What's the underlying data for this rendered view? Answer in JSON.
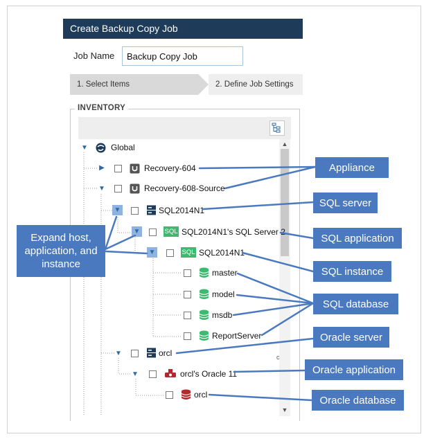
{
  "dialog": {
    "title": "Create Backup Copy Job",
    "job_name_label": "Job Name",
    "job_name_value": "Backup Copy Job",
    "steps": [
      "1. Select Items",
      "2. Define Job Settings"
    ]
  },
  "inventory": {
    "legend": "INVENTORY",
    "nodes": [
      {
        "label": "Global",
        "icon": "globe-icon"
      },
      {
        "label": "Recovery-604",
        "icon": "appliance-icon"
      },
      {
        "label": "Recovery-608-Source",
        "icon": "appliance-icon"
      },
      {
        "label": "SQL2014N1",
        "icon": "server-icon"
      },
      {
        "label": "SQL2014N1's SQL Server 2",
        "icon": "sql-icon"
      },
      {
        "label": "SQL2014N1",
        "icon": "sql-icon"
      },
      {
        "label": "master",
        "icon": "database-icon"
      },
      {
        "label": "model",
        "icon": "database-icon"
      },
      {
        "label": "msdb",
        "icon": "database-icon"
      },
      {
        "label": "ReportServer",
        "icon": "database-icon"
      },
      {
        "label": "orcl",
        "icon": "server-icon"
      },
      {
        "label": "orcl's Oracle 11",
        "icon": "oracle-app-icon"
      },
      {
        "label": "orcl",
        "icon": "oracle-db-icon"
      }
    ],
    "sql_badge": "SQL",
    "clipped_char": "c"
  },
  "callouts": {
    "expand": "Expand host, application, and instance",
    "appliance": "Appliance",
    "sql_server": "SQL server",
    "sql_application": "SQL application",
    "sql_instance": "SQL instance",
    "sql_database": "SQL database",
    "oracle_server": "Oracle server",
    "oracle_application": "Oracle application",
    "oracle_database": "Oracle database"
  },
  "colors": {
    "title_bar": "#1e3c5a",
    "callout": "#4a79bf",
    "sql_green": "#3dba6f",
    "oracle_red": "#b3282d"
  }
}
